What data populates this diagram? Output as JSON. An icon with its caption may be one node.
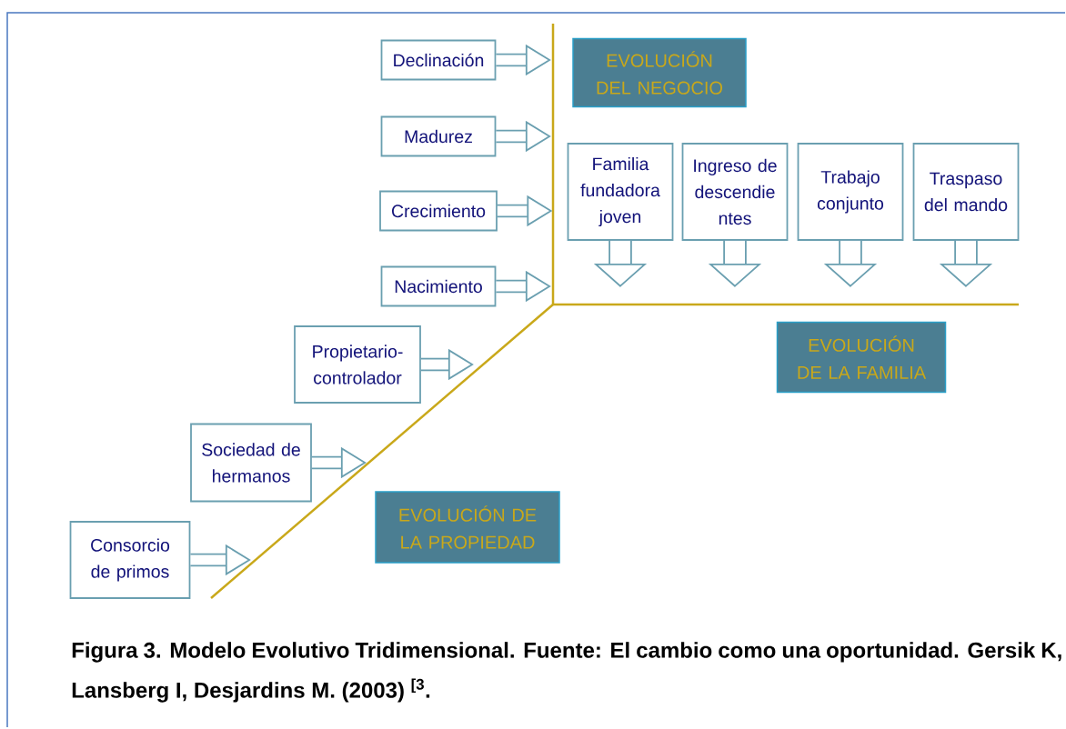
{
  "diagram": {
    "caption": "Figura 3. Modelo Evolutivo Tridimensional. Fuente: El cambio como una oportunidad. Gersik K, Lansberg I, Desjardins M. (2003) $^{[3}$.",
    "nodes": [
      {
        "text": [
          "Declinación"
        ]
      },
      {
        "text": [
          "Madurez"
        ]
      },
      {
        "text": [
          "Crecimiento"
        ]
      },
      {
        "text": [
          "Nacimiento"
        ]
      },
      {
        "text": [
          "EVOLUCIÓN DEL NEGOCIO"
        ]
      },
      {
        "text": [
          "Familia fundadora joven"
        ]
      },
      {
        "text": [
          "Ingreso de descendie ntes"
        ]
      },
      {
        "text": [
          "Trabajo conjunto"
        ]
      },
      {
        "text": [
          "Traspaso del mando"
        ]
      },
      {
        "text": [
          "Propietario-controlador"
        ]
      },
      {
        "text": [
          "EVOLUCIÓN DE LA FAMILIA"
        ]
      },
      {
        "text": [
          "Sociedad de hermanos"
        ]
      },
      {
        "text": [
          "EVOLUCIÓN DE LA PROPIEDAD"
        ]
      },
      {
        "text": [
          "Consorcio de primos"
        ]
      }
    ],
    "edges": [
      {
        "from": 0,
        "to": null,
        "arrow": "to"
      },
      {
        "from": 1,
        "to": null,
        "arrow": "to"
      },
      {
        "from": 2,
        "to": null,
        "arrow": "to"
      },
      {
        "from": 3,
        "to": null,
        "arrow": "to"
      },
      {
        "from": 5,
        "to": null,
        "arrow": "to"
      },
      {
        "from": 6,
        "to": null,
        "arrow": "to"
      },
      {
        "from": 7,
        "to": null,
        "arrow": "to"
      },
      {
        "from": 8,
        "to": null,
        "arrow": "to"
      },
      {
        "from": 9,
        "to": null,
        "arrow": "to"
      },
      {
        "from": 11,
        "to": null,
        "arrow": "to"
      },
      {
        "from": 13,
        "to": null,
        "arrow": "to"
      }
    ]
  }
}
